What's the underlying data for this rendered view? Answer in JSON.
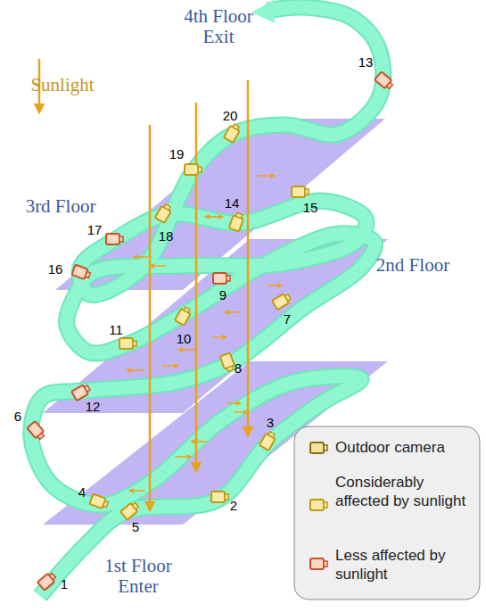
{
  "diagram": {
    "labels": [
      "4th Floor Exit",
      "Sunlight",
      "3rd Floor",
      "2nd Floor",
      "1st Floor Enter",
      "1",
      "2",
      "3",
      "4",
      "5",
      "6",
      "7",
      "8",
      "9",
      "10",
      "11",
      "12",
      "13",
      "14",
      "15",
      "16",
      "17",
      "18",
      "19",
      "20"
    ],
    "legend": [
      {
        "text": "Outdoor camera"
      },
      {
        "text": "Considerably affected by sunlight"
      },
      {
        "text": "Less affected by sunlight"
      }
    ]
  }
}
